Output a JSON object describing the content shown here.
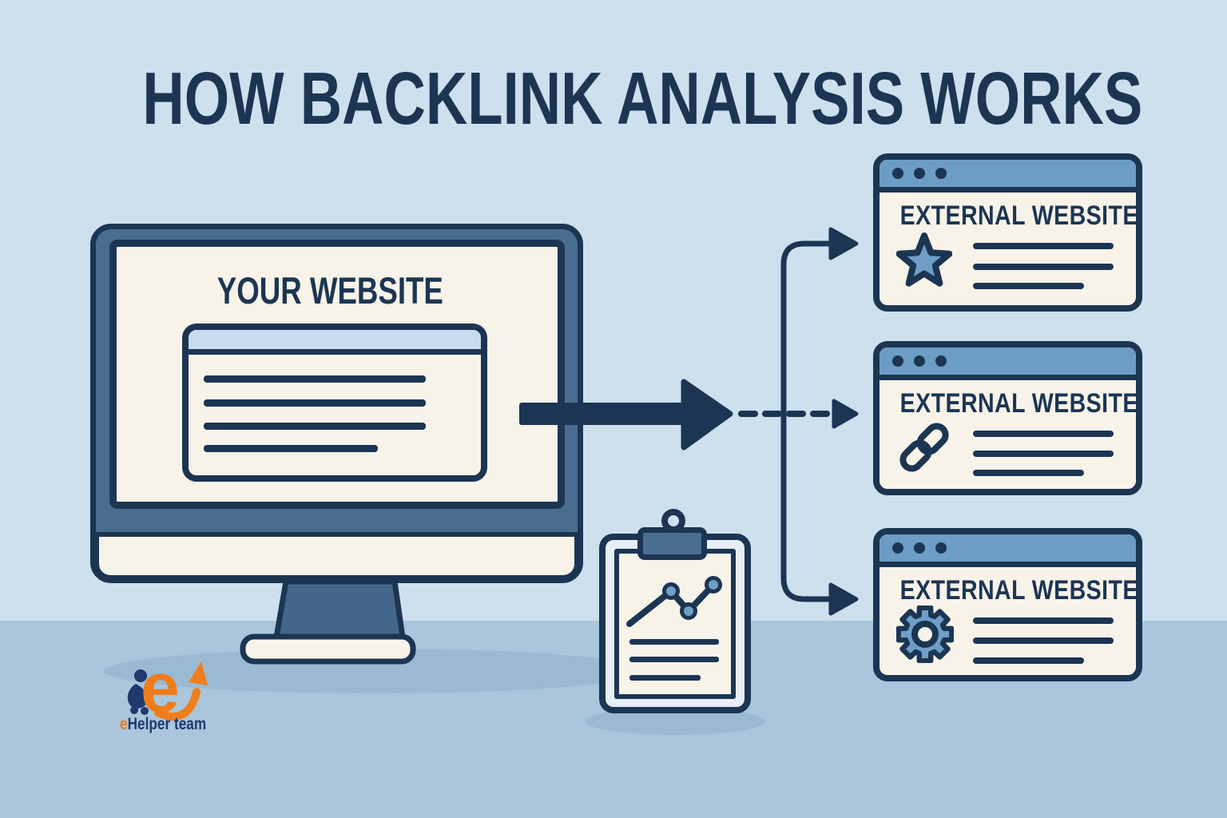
{
  "title": "HOW BACKLINK ANALYSIS WORKS",
  "monitor": {
    "label": "YOUR WEBSITE",
    "description": "desktop monitor showing a browser window with placeholder text lines"
  },
  "flow": {
    "main_arrow": "solid-right-arrow",
    "branch_arrows": [
      "solid-curved-arrow-top",
      "dashed-arrow-middle",
      "solid-curved-arrow-bottom"
    ]
  },
  "cards": [
    {
      "label": "EXTERNAL WEBSITE",
      "icon": "star",
      "lines": 3
    },
    {
      "label": "EXTERNAL WEBSITE",
      "icon": "link",
      "lines": 3
    },
    {
      "label": "EXTERNAL WEBSITE",
      "icon": "gear",
      "lines": 3
    }
  ],
  "clipboard": {
    "icon": "line-chart",
    "lines": 3
  },
  "logo": {
    "accent": "e",
    "rest": "Helper team"
  },
  "colors": {
    "background_top": "#cde0ee",
    "background_ground": "#a9c6dc",
    "shadow": "#9abad2",
    "navy_outline": "#1c3553",
    "slate_frame": "#4a6d8f",
    "card_header_blue": "#6c9dc4",
    "browser_header_blue": "#c7ddef",
    "cream": "#f7f3e9",
    "icon_fill": "#6f9fc6",
    "logo_orange": "#f07d1c",
    "logo_navy": "#1e3a6e"
  }
}
